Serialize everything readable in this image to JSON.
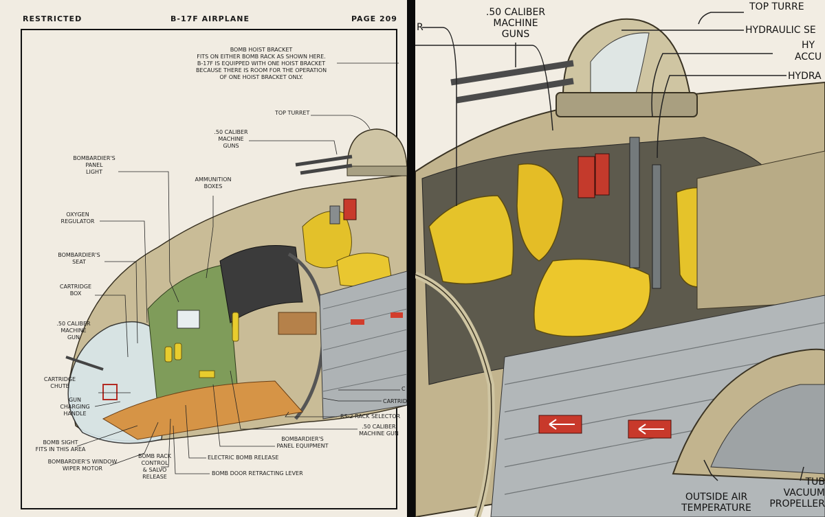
{
  "left_page": {
    "header": {
      "restricted": "RESTRICTED",
      "title": "B-17F AIRPLANE",
      "page": "PAGE 209"
    },
    "labels": {
      "bomb_hoist": [
        "BOMB HOIST BRACKET",
        "FITS ON EITHER BOMB RACK AS SHOWN HERE.",
        "B-17F IS EQUIPPED WITH ONE HOIST BRACKET",
        "BECAUSE THERE IS ROOM FOR THE OPERATION",
        "OF ONE HOIST BRACKET ONLY."
      ],
      "top_turret": "TOP TURRET",
      "cal50_guns": [
        ".50 CALIBER",
        "MACHINE",
        "GUNS"
      ],
      "bombardier_panel_light": [
        "BOMBARDIER'S",
        "PANEL",
        "LIGHT"
      ],
      "ammunition_boxes": [
        "AMMUNITION",
        "BOXES"
      ],
      "oxygen_regulator": [
        "OXYGEN",
        "REGULATOR"
      ],
      "bombardier_seat": [
        "BOMBARDIER'S",
        "SEAT"
      ],
      "cartridge_box": [
        "CARTRIDGE",
        "BOX"
      ],
      "cal50_gun": [
        ".50 CALIBER",
        "MACHINE",
        "GUN"
      ],
      "cartridge_chute": [
        "CARTRIDGE",
        "CHUTE"
      ],
      "gun_charging_handle": [
        "GUN",
        "CHARGING",
        "HANDLE"
      ],
      "bomb_sight": [
        "BOMB SIGHT",
        "FITS IN THIS AREA"
      ],
      "window_wiper": [
        "BOMBARDIER'S WINDOW",
        "WIPER MOTOR"
      ],
      "bomb_rack_control": [
        "BOMB RACK",
        "CONTROL",
        "& SALVO",
        "RELEASE"
      ],
      "bomb_door_lever": "BOMB DOOR RETRACTING LEVER",
      "electric_bomb_release": "ELECTRIC BOMB RELEASE",
      "panel_equipment": [
        "BOMBARDIER'S",
        "PANEL EQUIPMENT"
      ],
      "cal50_machine_gun_right": [
        ".50 CALIBER",
        "MACHINE GUN"
      ],
      "rs2_rack_selector": "RS-2 RACK SELECTOR",
      "cartridge_cut": "CARTRID",
      "c_cut": "C"
    }
  },
  "right_page": {
    "labels": {
      "cal50_guns": [
        ".50 CALIBER",
        "MACHINE",
        "GUNS"
      ],
      "top_turret": "TOP TURRE",
      "hydraulic_se": "HYDRAULIC SE",
      "hy": "HY",
      "accu": "ACCU",
      "hydra": "HYDRA",
      "r_cut": "R",
      "outside_air": [
        "OUTSIDE AIR",
        "TEMPERATURE"
      ],
      "tub": [
        "TUB",
        "VACUUM",
        "PROPELLER"
      ]
    }
  },
  "colors": {
    "paper": "#f1ece2",
    "fuselage_olive": "#c2b48e",
    "interior_green": "#7f9c5a",
    "cushion_yellow": "#e7c52a",
    "metal_gray": "#a8aeb0",
    "accent_red": "#c8392b"
  }
}
